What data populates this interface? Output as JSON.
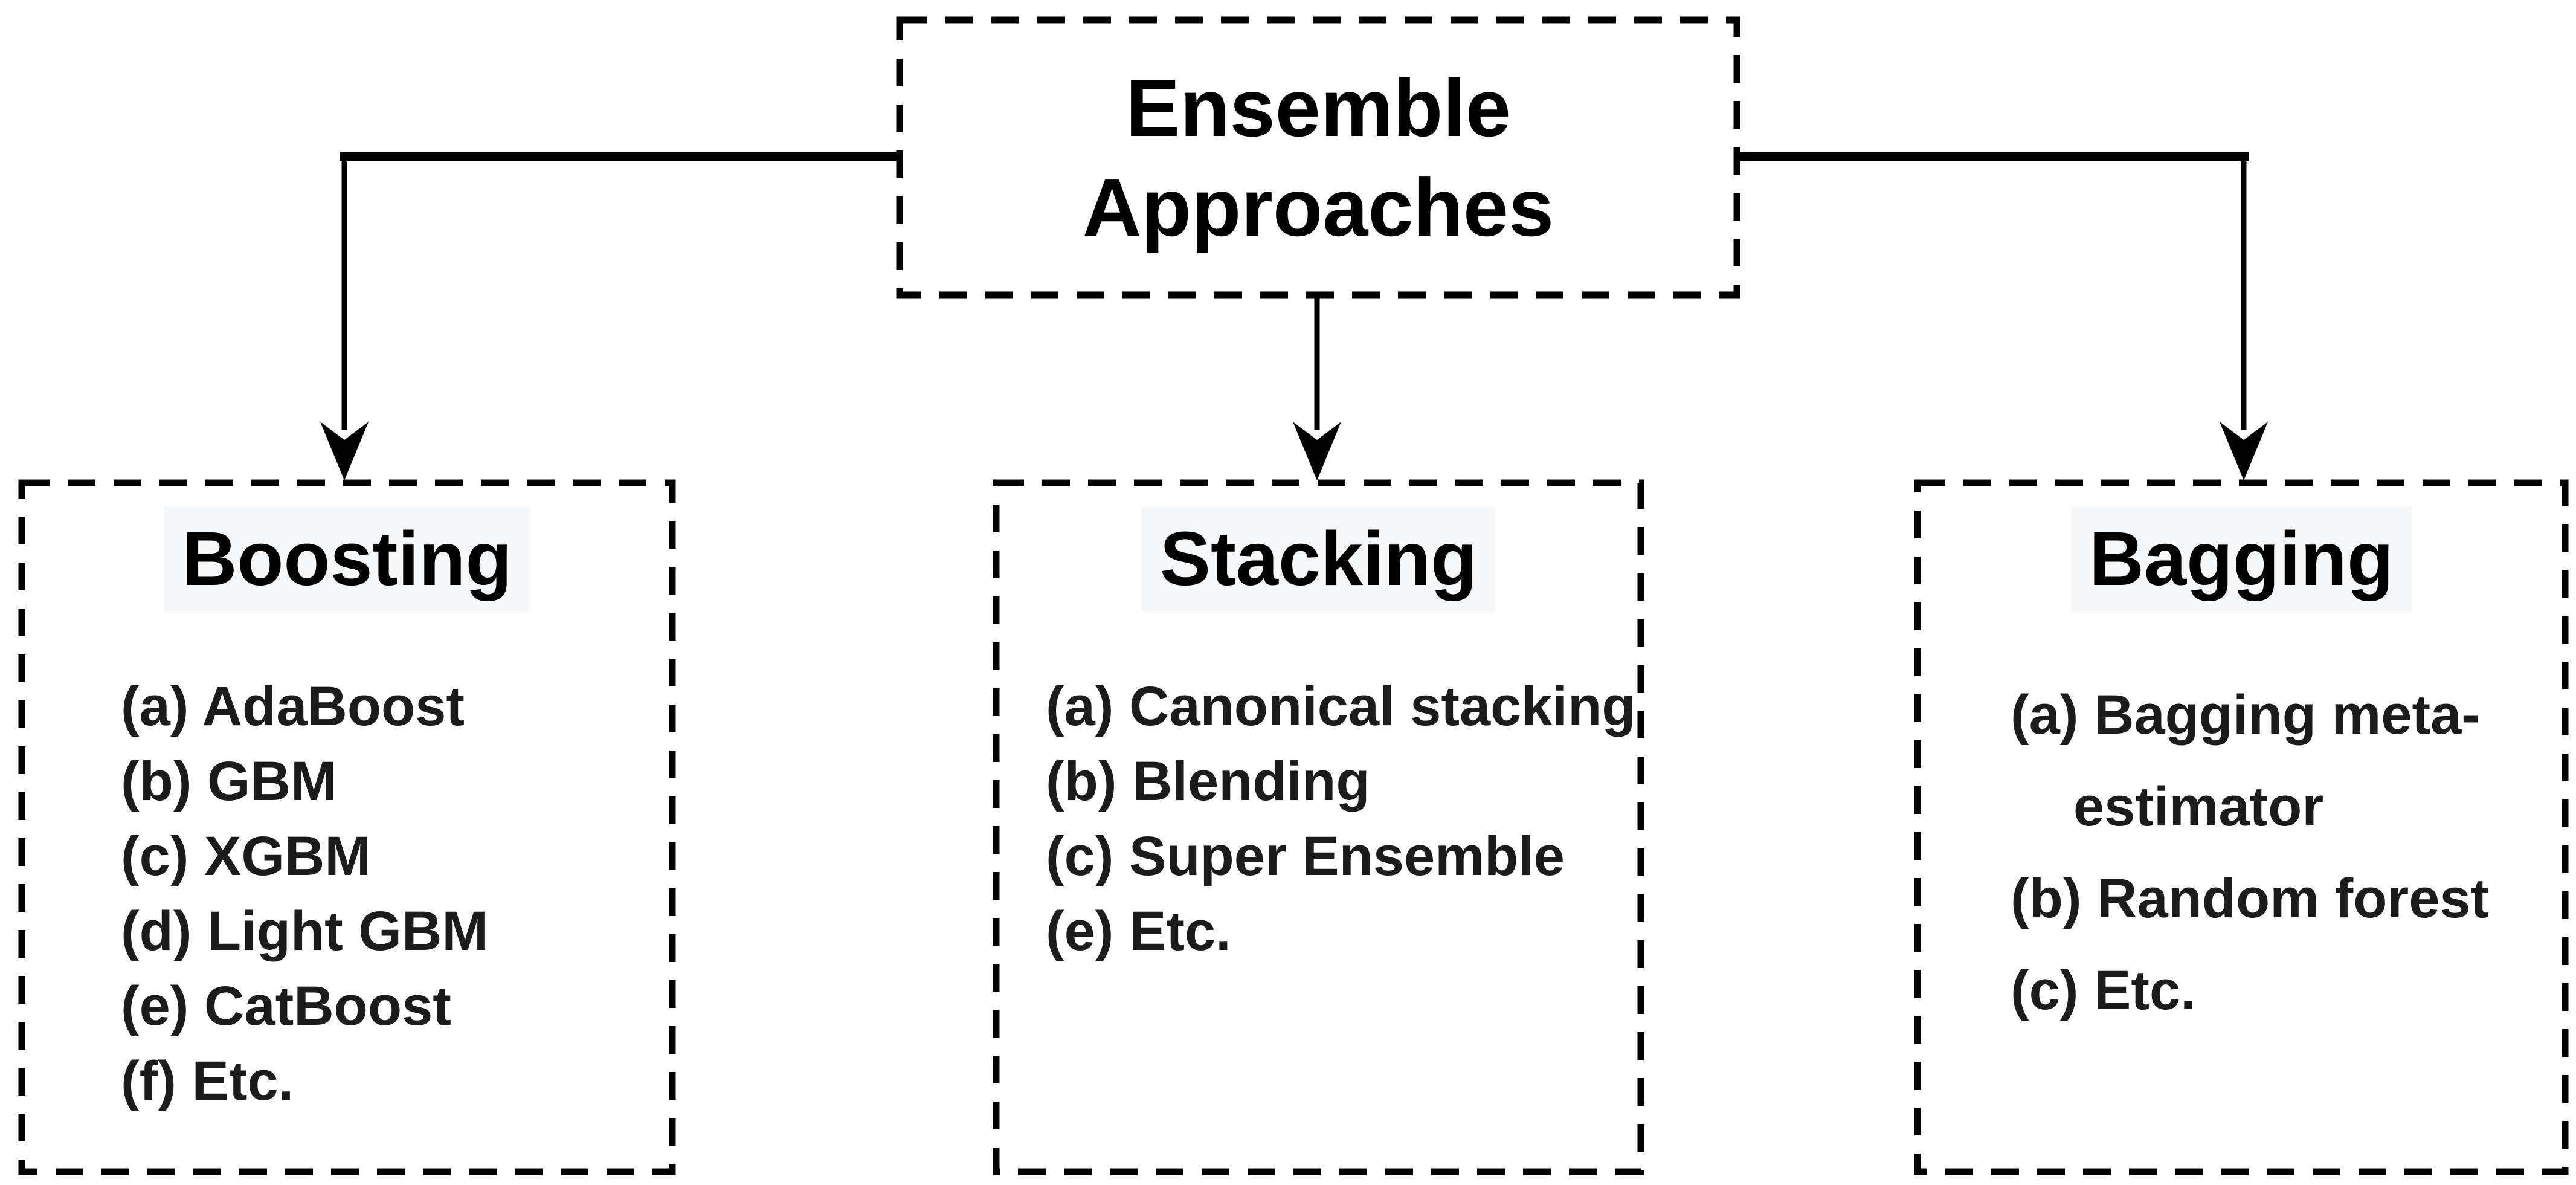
{
  "root_node": {
    "title": "Ensemble\nApproaches"
  },
  "branches": [
    {
      "id": "boosting",
      "title": "Boosting",
      "items": [
        "(a) AdaBoost",
        "(b) GBM",
        "(c) XGBM",
        "(d) Light GBM",
        "(e) CatBoost",
        "(f) Etc."
      ]
    },
    {
      "id": "stacking",
      "title": "Stacking",
      "items": [
        "(a) Canonical stacking",
        "(b) Blending",
        "(c) Super Ensemble",
        "(e) Etc."
      ]
    },
    {
      "id": "bagging",
      "title": "Bagging",
      "items": [
        "(a) Bagging meta-",
        "estimator",
        "(b) Random forest",
        "(c) Etc."
      ]
    }
  ],
  "colors": {
    "stroke": "#000000",
    "title_text": "#000000",
    "item_text": "#1c1c1c",
    "title_highlight": "#f5f7f9",
    "background": "#ffffff"
  }
}
